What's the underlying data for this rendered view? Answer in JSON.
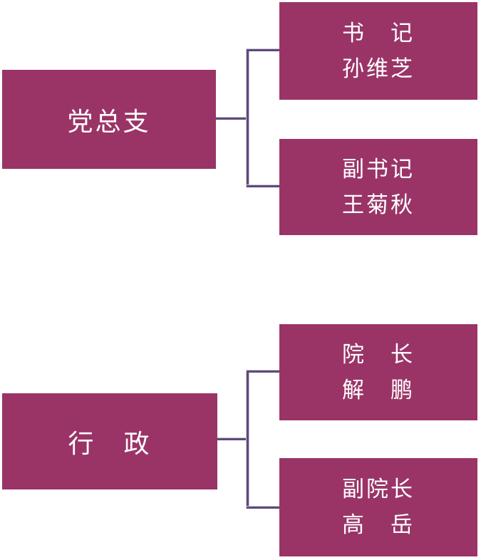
{
  "diagram": {
    "type": "org-chart",
    "groups": [
      {
        "parent": {
          "label": "党总支"
        },
        "children": [
          {
            "title": "书　记",
            "name": "孙维芝"
          },
          {
            "title": "副书记",
            "name": "王菊秋"
          }
        ]
      },
      {
        "parent": {
          "label": "行　政"
        },
        "children": [
          {
            "title": "院　长",
            "name": "解　鹏"
          },
          {
            "title": "副院长",
            "name": "高　岳"
          }
        ]
      }
    ]
  },
  "colors": {
    "box_fill": "#9A3467",
    "box_text": "#FFFFFF",
    "connector": "#5F4A78",
    "connector_highlight": "#CEC4DD"
  }
}
